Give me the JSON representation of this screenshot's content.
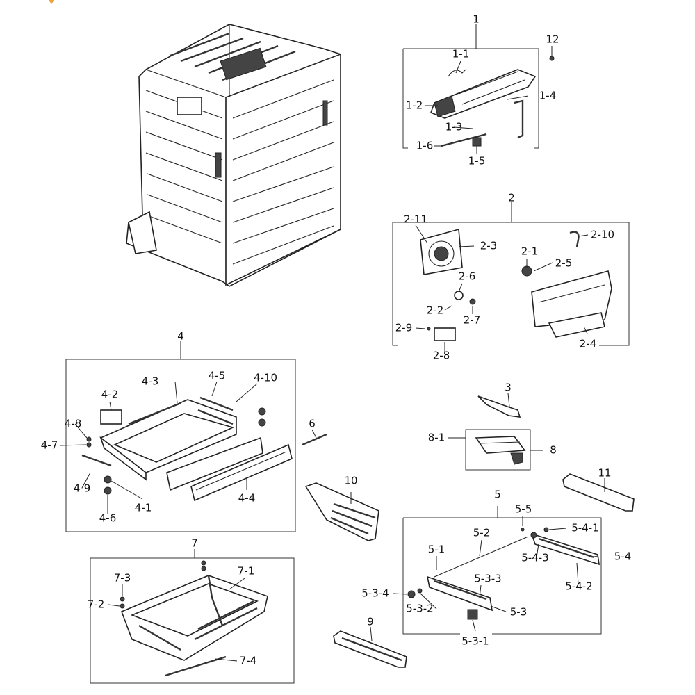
{
  "accent_color": "#e8a33a",
  "line_color": "#222222",
  "labels": {
    "g1": "1",
    "l1_1": "1-1",
    "l1_2": "1-2",
    "l1_3": "1-3",
    "l1_4": "1-4",
    "l1_5": "1-5",
    "l1_6": "1-6",
    "g12": "12",
    "g2": "2",
    "l2_1": "2-1",
    "l2_2": "2-2",
    "l2_3": "2-3",
    "l2_4": "2-4",
    "l2_5": "2-5",
    "l2_6": "2-6",
    "l2_7": "2-7",
    "l2_8": "2-8",
    "l2_9": "2-9",
    "l2_10": "2-10",
    "l2_11": "2-11",
    "g3": "3",
    "g8": "8",
    "l8_1": "8-1",
    "g11": "11",
    "g4": "4",
    "l4_1": "4-1",
    "l4_2": "4-2",
    "l4_3": "4-3",
    "l4_4": "4-4",
    "l4_5": "4-5",
    "l4_6": "4-6",
    "l4_7": "4-7",
    "l4_8": "4-8",
    "l4_9": "4-9",
    "l4_10": "4-10",
    "g6": "6",
    "g10": "10",
    "g5": "5",
    "l5_1": "5-1",
    "l5_2": "5-2",
    "l5_3": "5-3",
    "l5_3_1": "5-3-1",
    "l5_3_2": "5-3-2",
    "l5_3_3": "5-3-3",
    "l5_3_4": "5-3-4",
    "l5_4": "5-4",
    "l5_4_1": "5-4-1",
    "l5_4_2": "5-4-2",
    "l5_4_3": "5-4-3",
    "l5_5": "5-5",
    "g7": "7",
    "l7_1": "7-1",
    "l7_2": "7-2",
    "l7_3": "7-3",
    "l7_4": "7-4",
    "g9": "9"
  }
}
